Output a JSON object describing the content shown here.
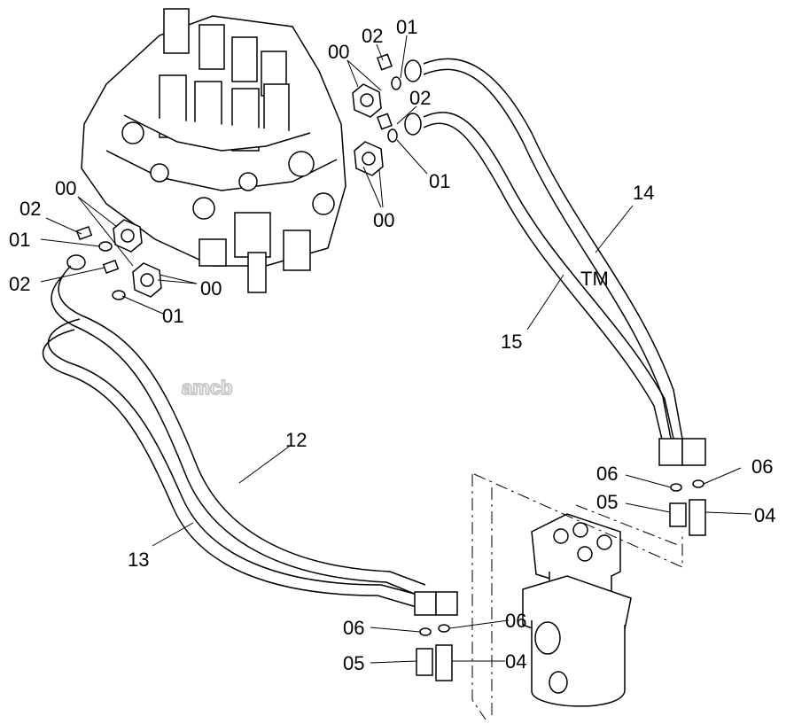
{
  "diagram": {
    "watermark": {
      "text": "amcb",
      "mark": "TM"
    },
    "callouts": {
      "c00a": "00",
      "c02a": "02",
      "c01a": "01",
      "c02b": "02",
      "c01b": "01",
      "c00b": "00",
      "c14": "14",
      "c15": "15",
      "c00c": "00",
      "c02c": "02",
      "c01c": "01",
      "c02d": "02",
      "c00d": "00",
      "c01d": "01",
      "c12": "12",
      "c13": "13",
      "c06a": "06",
      "c06b": "06",
      "c05a": "05",
      "c04a": "04",
      "c06c": "06",
      "c06d": "06",
      "c05b": "05",
      "c04b": "04"
    }
  }
}
